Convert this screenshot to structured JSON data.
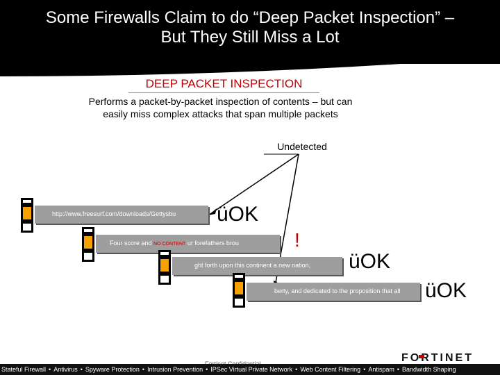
{
  "title_line1": "Some Firewalls Claim to do “Deep Packet Inspection” –",
  "title_line2": "But They Still Miss a Lot",
  "section_title": "DEEP PACKET INSPECTION",
  "description": "Performs a packet-by-packet inspection of contents – but can easily miss complex attacks that span multiple packets",
  "undetected_label": "Undetected",
  "packets": [
    {
      "text": "http://www.freesurf.com/downloads/Gettysbu"
    },
    {
      "text_before": "Four score and",
      "highlight": "NO CONTENT",
      "text_after": "ur forefathers brou"
    },
    {
      "text": "ght forth upon this continent a new nation,"
    },
    {
      "text": "berty, and dedicated to the proposition that all"
    }
  ],
  "ok_labels": [
    "üOK",
    "üOK",
    "üOK"
  ],
  "alert_mark": "!",
  "confidential": "Fortinet Confidential",
  "footer_items": [
    "Stateful Firewall",
    "Antivirus",
    "Spyware Protection",
    "Intrusion Prevention",
    "IPSec Virtual Private Network",
    "Web Content Filtering",
    "Antispam",
    "Bandwidth Shaping"
  ],
  "footer_separator": "•",
  "logo_text": "FORTINET",
  "colors": {
    "accent": "#c00000",
    "packet_orange": "#f5a100",
    "packet_gray": "#9e9e9e"
  }
}
